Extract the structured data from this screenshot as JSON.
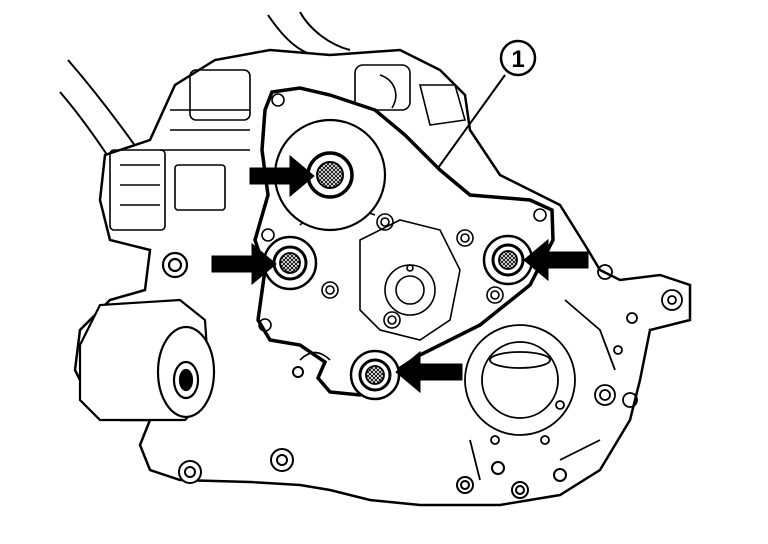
{
  "diagram": {
    "callouts": [
      {
        "label": "1",
        "refers_to": "cover-gasket-seal-surface"
      }
    ],
    "indicators": [
      {
        "type": "arrow",
        "direction": "right",
        "target": "upper-bore-seal"
      },
      {
        "type": "arrow",
        "direction": "right",
        "target": "left-bore-seal"
      },
      {
        "type": "arrow",
        "direction": "left",
        "target": "right-bore-seal"
      },
      {
        "type": "arrow",
        "direction": "left",
        "target": "lower-bore-seal"
      }
    ],
    "colors": {
      "line": "#000000",
      "background": "#ffffff",
      "seal_fill": "#666666"
    }
  }
}
